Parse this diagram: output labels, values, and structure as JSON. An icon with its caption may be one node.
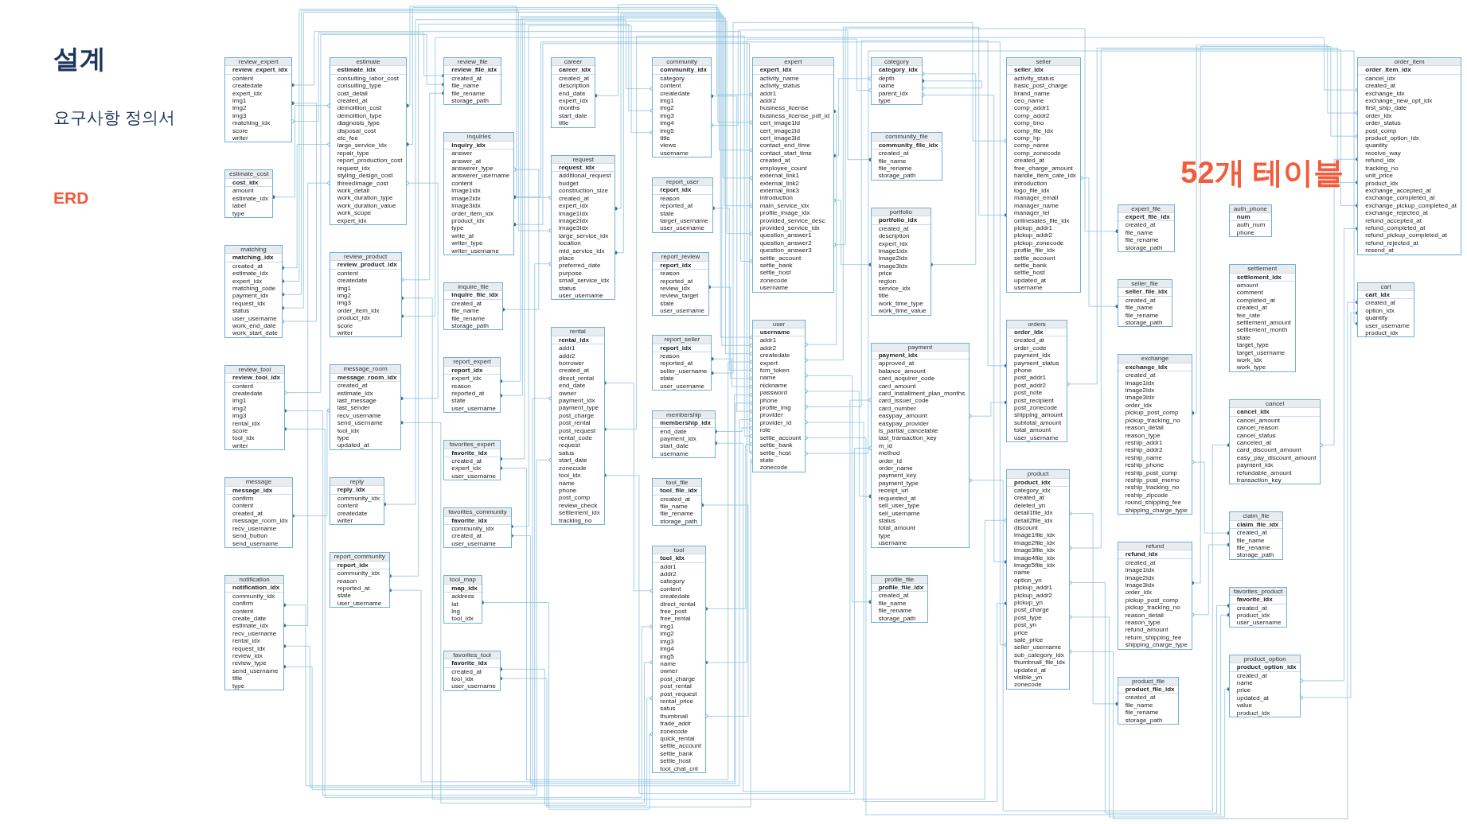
{
  "diagram": {
    "title": "설계",
    "labels": [
      "요구사항 정의서",
      "ERD",
      "52개 테이블"
    ],
    "nodes": [
      {
        "text": [
          "career",
          "career_idx",
          "created_at",
          "description",
          "end_date",
          "expert_idx",
          "months",
          "start_date",
          "title"
        ]
      },
      {
        "text": [
          "community",
          "community_idx",
          "category",
          "content",
          "createdate",
          "img1",
          "img2",
          "img3",
          "img4",
          "img5",
          "title",
          "views",
          "username"
        ]
      },
      {
        "text": [
          "estimate",
          "estimate_idx",
          "consulting_labor_cost",
          "consulting_type",
          "cost_detail",
          "created_at",
          "demolition_cost",
          "demolition_type",
          "diagnosis_type",
          "disposal_cost",
          "etc_fee",
          "large_service_idx",
          "repair_type",
          "report_production_cost",
          "request_idx",
          "styling_design_cost",
          "threedImage_cost",
          "work_detail",
          "work_duration_type",
          "work_duration_value",
          "work_scope",
          "expert_idx"
        ]
      },
      {
        "text": [
          "request",
          "request_idx",
          "additional_request",
          "budget",
          "construction_size",
          "created_at",
          "expert_idx",
          "image1Idx",
          "image2Idx",
          "image3Idx",
          "large_service_idx",
          "location",
          "mid_service_idx",
          "place",
          "preferred_date",
          "purpose",
          "small_service_idx",
          "status",
          "user_username"
        ]
      },
      {
        "text": [
          "expert",
          "expert_idx",
          "activity_name",
          "activity_status",
          "addr1",
          "addr2",
          "business_license",
          "business_license_pdf_id",
          "cert_image1id",
          "cert_image2id",
          "cert_image3id",
          "contact_end_time",
          "contact_start_time",
          "created_at",
          "employee_count",
          "external_link1",
          "external_link2",
          "external_link3",
          "introduction",
          "main_service_idx",
          "profile_image_idx",
          "provided_service_desc",
          "provided_service_idx",
          "question_answer1",
          "question_answer2",
          "question_answer3",
          "settle_account",
          "settle_bank",
          "settle_host",
          "zonecode",
          "username"
        ]
      },
      {
        "text": [
          "estimate_cost",
          "cost_idx",
          "amount",
          "estimate_idx",
          "label",
          "type"
        ]
      },
      {
        "text": [
          "matching",
          "matching_idx",
          "created_at",
          "estimate_idx",
          "expert_idx",
          "matching_code",
          "payment_idx",
          "request_idx",
          "status",
          "user_username",
          "work_end_date",
          "work_start_date"
        ]
      },
      {
        "text": [
          "report_user",
          "report_idx",
          "reason",
          "reported_at",
          "state",
          "target_username",
          "user_username"
        ]
      },
      {
        "text": [
          "report_expert",
          "report_idx",
          "expert_idx",
          "reason",
          "reported_at",
          "state",
          "user_username"
        ]
      },
      {
        "text": [
          "reply",
          "reply_idx",
          "community_idx",
          "content",
          "createdate",
          "writer"
        ]
      },
      {
        "text": [
          "favorites_expert",
          "favorite_idx",
          "created_at",
          "expert_idx",
          "user_username"
        ]
      },
      {
        "text": [
          "report_review",
          "report_idx",
          "reason",
          "reported_at",
          "review_idx",
          "review_target",
          "state",
          "user_username"
        ]
      },
      {
        "text": [
          "portfolio",
          "portfolio_idx",
          "created_at",
          "description",
          "expert_idx",
          "image1idx",
          "image2idx",
          "image3idx",
          "price",
          "region",
          "service_idx",
          "title",
          "work_time_type",
          "work_time_value"
        ]
      },
      {
        "text": [
          "seller",
          "seller_idx",
          "activity_status",
          "basic_post_charge",
          "brand_name",
          "ceo_name",
          "comp_addr1",
          "comp_addr2",
          "comp_bno",
          "comp_file_idx",
          "comp_hp",
          "comp_name",
          "comp_zonecode",
          "created_at",
          "free_charge_amount",
          "handle_item_cate_idx",
          "introduction",
          "logo_file_idx",
          "manager_email",
          "manager_name",
          "manager_tel",
          "onlinesales_file_idx",
          "pickup_addr1",
          "pickup_addr2",
          "pickup_zonecode",
          "profile_file_idx",
          "settle_account",
          "settle_bank",
          "settle_host",
          "updated_at",
          "username"
        ]
      },
      {
        "text": [
          "expert_file",
          "expert_file_idx",
          "created_at",
          "file_name",
          "file_rename",
          "storage_path"
        ]
      },
      {
        "text": [
          "category",
          "category_idx",
          "depth",
          "name",
          "parent_idx",
          "type"
        ]
      },
      {
        "text": [
          "report_seller",
          "report_idx",
          "reason",
          "reported_at",
          "seller_username",
          "state",
          "user_username"
        ]
      },
      {
        "text": [
          "community_file",
          "community_file_idx",
          "created_at",
          "file_name",
          "file_rename",
          "storage_path"
        ]
      },
      {
        "text": [
          "notification",
          "notification_idx",
          "community_idx",
          "confirm",
          "content",
          "create_date",
          "estimate_idx",
          "recv_username",
          "rental_idx",
          "request_idx",
          "review_idx",
          "review_type",
          "send_username",
          "title",
          "type"
        ]
      },
      {
        "text": [
          "review_expert",
          "review_expert_idx",
          "content",
          "createdate",
          "expert_idx",
          "img1",
          "img2",
          "img3",
          "matching_idx",
          "score",
          "writer"
        ]
      },
      {
        "text": [
          "report_community",
          "report_idx",
          "community_idx",
          "reason",
          "reported_at",
          "state",
          "user_username"
        ]
      },
      {
        "text": [
          "favorites_community",
          "favorite_idx",
          "community_idx",
          "created_at",
          "user_username"
        ]
      },
      {
        "text": [
          "user",
          "username",
          "addr1",
          "addr2",
          "createdate",
          "expert",
          "fcm_token",
          "name",
          "nickname",
          "password",
          "phone",
          "profile_img",
          "provider",
          "provider_id",
          "role",
          "settle_account",
          "settle_bank",
          "settle_host",
          "state",
          "zonecode"
        ]
      },
      {
        "text": [
          "membership",
          "membership_idx",
          "end_date",
          "payment_idx",
          "start_date",
          "username"
        ]
      },
      {
        "text": [
          "profile_file",
          "profile_file_idx",
          "created_at",
          "file_name",
          "file_rename",
          "storage_path"
        ]
      },
      {
        "text": [
          "review_file",
          "review_file_idx",
          "created_at",
          "file_name",
          "file_rename",
          "storage_path"
        ]
      },
      {
        "text": [
          "rental",
          "rental_idx",
          "addr1",
          "addr2",
          "borrower",
          "created_at",
          "direct_rental",
          "end_date",
          "owner",
          "payment_idx",
          "payment_type",
          "post_charge",
          "post_rental",
          "post_request",
          "rental_code",
          "request",
          "satus",
          "start_date",
          "zonecode",
          "tool_idx",
          "name",
          "phone",
          "post_comp",
          "review_check",
          "settlement_idx",
          "tracking_no"
        ]
      },
      {
        "text": [
          "review_tool",
          "review_tool_idx",
          "content",
          "createdate",
          "img1",
          "img2",
          "img3",
          "rental_idx",
          "score",
          "tool_idx",
          "writer"
        ]
      },
      {
        "text": [
          "review_product",
          "review_product_idx",
          "content",
          "createdate",
          "img1",
          "img2",
          "img3",
          "order_item_idx",
          "product_idx",
          "score",
          "writer"
        ]
      },
      {
        "text": [
          "tool",
          "tool_idx",
          "addr1",
          "addr2",
          "category",
          "content",
          "createdate",
          "direct_rental",
          "free_post",
          "free_rental",
          "img1",
          "img2",
          "img3",
          "img4",
          "img5",
          "name",
          "owner",
          "post_charge",
          "post_rental",
          "post_request",
          "rental_price",
          "satus",
          "thumbnail",
          "trade_addr",
          "zonecode",
          "quick_rental",
          "settle_account",
          "settle_bank",
          "settle_host",
          "tool_chat_cnt"
        ]
      },
      {
        "text": [
          "payment",
          "payment_idx",
          "approved_at",
          "balance_amount",
          "card_acquirer_code",
          "card_amount",
          "card_installment_plan_months",
          "card_issuer_code",
          "card_number",
          "easypay_amount",
          "easypay_provider",
          "is_partial_cancelable",
          "last_transaction_key",
          "m_id",
          "method",
          "order_id",
          "order_name",
          "payment_key",
          "payment_type",
          "receipt_url",
          "requested_at",
          "sell_user_type",
          "sell_username",
          "status",
          "total_amount",
          "type",
          "username"
        ]
      },
      {
        "text": [
          "orders",
          "order_idx",
          "created_at",
          "order_code",
          "payment_idx",
          "payment_status",
          "phone",
          "post_addr1",
          "post_addr2",
          "post_note",
          "post_recipient",
          "post_zonecode",
          "shipping_amount",
          "subtotal_amount",
          "total_amount",
          "user_username"
        ]
      },
      {
        "text": [
          "product",
          "product_idx",
          "category_idx",
          "created_at",
          "deleted_yn",
          "detail1file_idx",
          "detail2file_idx",
          "discount",
          "image1file_idx",
          "image2file_idx",
          "image3file_idx",
          "image4file_idx",
          "image5file_idx",
          "name",
          "option_yn",
          "pickup_addr1",
          "pickup_addr2",
          "pickup_yn",
          "post_charge",
          "post_type",
          "post_yn",
          "price",
          "sale_price",
          "seller_username",
          "sub_category_idx",
          "thumbnail_file_idx",
          "updated_at",
          "visible_yn",
          "zonecode"
        ]
      },
      {
        "text": [
          "message_room",
          "message_room_idx",
          "created_at",
          "estimate_idx",
          "last_message",
          "last_sender",
          "recv_username",
          "send_username",
          "tool_idx",
          "type",
          "updated_at"
        ]
      },
      {
        "text": [
          "inquire_file",
          "inquire_file_idx",
          "created_at",
          "file_name",
          "file_rename",
          "storage_path"
        ]
      },
      {
        "text": [
          "favorites_tool",
          "favorite_idx",
          "created_at",
          "tool_idx",
          "user_username"
        ]
      },
      {
        "text": [
          "tool_map",
          "map_idx",
          "address",
          "lat",
          "lng",
          "tool_idx"
        ]
      },
      {
        "text": [
          "inquiries",
          "inquiry_idx",
          "answer",
          "answer_at",
          "answerer_type",
          "answerer_username",
          "content",
          "image1idx",
          "image2idx",
          "image3idx",
          "order_item_idx",
          "product_idx",
          "type",
          "write_at",
          "writer_type",
          "writer_username"
        ]
      },
      {
        "text": [
          "message",
          "message_idx",
          "confirm",
          "content",
          "created_at",
          "message_room_idx",
          "recv_username",
          "send_button",
          "send_username"
        ]
      },
      {
        "text": [
          "tool_file",
          "tool_file_idx",
          "created_at",
          "file_name",
          "file_rename",
          "storage_path"
        ]
      },
      {
        "text": [
          "seller_file",
          "seller_file_idx",
          "created_at",
          "file_name",
          "file_rename",
          "storage_path"
        ]
      },
      {
        "text": [
          "auth_phone",
          "num",
          "auth_num",
          "phone"
        ]
      },
      {
        "text": [
          "settlement",
          "settlement_idx",
          "amount",
          "comment",
          "completed_at",
          "created_at",
          "fee_rate",
          "settlement_amount",
          "settlement_month",
          "state",
          "target_type",
          "target_username",
          "work_idx",
          "work_type"
        ]
      },
      {
        "text": [
          "exchange",
          "exchange_idx",
          "created_at",
          "image1idx",
          "image2idx",
          "image3idx",
          "order_idx",
          "pickup_post_comp",
          "pickup_tracking_no",
          "reason_detail",
          "reason_type",
          "reship_addr1",
          "reship_addr2",
          "reship_name",
          "reship_phone",
          "reship_post_comp",
          "reship_post_memo",
          "reship_tracking_no",
          "reship_zipcode",
          "round_shipping_fee",
          "shipping_charge_type"
        ]
      },
      {
        "text": [
          "cancel",
          "cancel_idx",
          "cancel_amount",
          "cancel_reason",
          "cancel_status",
          "canceled_at",
          "card_discount_amount",
          "easy_pay_discount_amount",
          "payment_idx",
          "refundable_amount",
          "transaction_key"
        ]
      },
      {
        "text": [
          "claim_file",
          "claim_file_idx",
          "created_at",
          "file_name",
          "file_rename",
          "storage_path"
        ]
      },
      {
        "text": [
          "favorites_product",
          "favorite_idx",
          "created_at",
          "product_idx",
          "user_username"
        ]
      },
      {
        "text": [
          "order_item",
          "order_item_idx",
          "cancel_idx",
          "created_at",
          "exchange_idx",
          "exchange_new_opt_idx",
          "first_ship_date",
          "order_idx",
          "order_status",
          "post_comp",
          "product_option_idx",
          "quantity",
          "receive_way",
          "refund_idx",
          "tracking_no",
          "unit_price",
          "product_idx",
          "exchange_accepted_at",
          "exchange_completed_at",
          "exchange_pickup_completed_at",
          "exchange_rejected_at",
          "refund_accepted_at",
          "refund_completed_at",
          "refund_pickup_completed_at",
          "refund_rejected_at",
          "resend_at"
        ]
      },
      {
        "text": [
          "refund",
          "refund_idx",
          "created_at",
          "image1idx",
          "image2idx",
          "image3idx",
          "order_idx",
          "pickup_post_comp",
          "pickup_tracking_no",
          "reason_detail",
          "reason_type",
          "refund_amount",
          "return_shipping_fee",
          "shipping_charge_type"
        ]
      },
      {
        "text": [
          "product_option",
          "product_option_idx",
          "created_at",
          "name",
          "price",
          "updated_at",
          "value",
          "product_idx"
        ]
      },
      {
        "text": [
          "product_file",
          "product_file_idx",
          "created_at",
          "file_name",
          "file_rename",
          "storage_path"
        ]
      },
      {
        "text": [
          "cart",
          "cart_idx",
          "created_at",
          "option_idx",
          "quantity",
          "user_username",
          "product_idx"
        ]
      }
    ],
    "edges": [
      {
        "from": 0,
        "to": 4,
        "arrow": "other"
      },
      {
        "from": 2,
        "to": 3,
        "arrow": "other"
      },
      {
        "from": 2,
        "to": 4,
        "arrow": "other"
      },
      {
        "from": 5,
        "to": 2,
        "arrow": "other"
      },
      {
        "from": 6,
        "to": 2,
        "arrow": "other"
      },
      {
        "from": 6,
        "to": 4,
        "arrow": "other"
      },
      {
        "from": 6,
        "to": 3,
        "arrow": "other"
      },
      {
        "from": 6,
        "to": 22,
        "arrow": "other"
      },
      {
        "from": 3,
        "to": 22,
        "arrow": "other"
      },
      {
        "from": 3,
        "to": 4,
        "arrow": "other"
      },
      {
        "from": 8,
        "to": 4,
        "arrow": "other"
      },
      {
        "from": 8,
        "to": 22,
        "arrow": "other"
      },
      {
        "from": 9,
        "to": 1,
        "arrow": "other"
      },
      {
        "from": 10,
        "to": 4,
        "arrow": "other"
      },
      {
        "from": 10,
        "to": 22,
        "arrow": "other"
      },
      {
        "from": 7,
        "to": 22,
        "arrow": "other"
      },
      {
        "from": 11,
        "to": 22,
        "arrow": "other"
      },
      {
        "from": 16,
        "to": 22,
        "arrow": "other"
      },
      {
        "from": 16,
        "to": 13,
        "arrow": "other"
      },
      {
        "from": 20,
        "to": 1,
        "arrow": "other"
      },
      {
        "from": 20,
        "to": 22,
        "arrow": "other"
      },
      {
        "from": 21,
        "to": 1,
        "arrow": "other"
      },
      {
        "from": 21,
        "to": 22,
        "arrow": "other"
      },
      {
        "from": 1,
        "to": 22,
        "arrow": "other"
      },
      {
        "from": 4,
        "to": 22,
        "arrow": "other"
      },
      {
        "from": 4,
        "to": 15,
        "arrow": "other"
      },
      {
        "from": 12,
        "to": 4,
        "arrow": "other"
      },
      {
        "from": 12,
        "to": 15,
        "arrow": "other"
      },
      {
        "from": 13,
        "to": 22,
        "arrow": "other"
      },
      {
        "from": 14,
        "to": 4,
        "arrow": "other"
      },
      {
        "from": 40,
        "to": 13,
        "arrow": "other"
      },
      {
        "from": 15,
        "to": 15,
        "arrow": "other"
      },
      {
        "from": 17,
        "to": 1,
        "arrow": "other"
      },
      {
        "from": 18,
        "to": 22,
        "arrow": "other"
      },
      {
        "from": 18,
        "to": 2,
        "arrow": "other"
      },
      {
        "from": 18,
        "to": 26,
        "arrow": "other"
      },
      {
        "from": 18,
        "to": 3,
        "arrow": "other"
      },
      {
        "from": 19,
        "to": 4,
        "arrow": "other"
      },
      {
        "from": 19,
        "to": 6,
        "arrow": "other"
      },
      {
        "from": 23,
        "to": 22,
        "arrow": "other"
      },
      {
        "from": 23,
        "to": 30,
        "arrow": "other"
      },
      {
        "from": 24,
        "to": 22,
        "arrow": "other"
      },
      {
        "from": 25,
        "to": 19,
        "arrow": "other"
      },
      {
        "from": 25,
        "to": 27,
        "arrow": "other"
      },
      {
        "from": 25,
        "to": 28,
        "arrow": "other"
      },
      {
        "from": 26,
        "to": 29,
        "arrow": "other"
      },
      {
        "from": 26,
        "to": 22,
        "arrow": "other"
      },
      {
        "from": 26,
        "to": 30,
        "arrow": "other"
      },
      {
        "from": 27,
        "to": 26,
        "arrow": "other"
      },
      {
        "from": 27,
        "to": 29,
        "arrow": "other"
      },
      {
        "from": 28,
        "to": 32,
        "arrow": "other"
      },
      {
        "from": 28,
        "to": 47,
        "arrow": "other"
      },
      {
        "from": 29,
        "to": 22,
        "arrow": "other"
      },
      {
        "from": 29,
        "to": 15,
        "arrow": "other"
      },
      {
        "from": 39,
        "to": 29,
        "arrow": "other"
      },
      {
        "from": 30,
        "to": 22,
        "arrow": "other"
      },
      {
        "from": 31,
        "to": 22,
        "arrow": "other"
      },
      {
        "from": 31,
        "to": 30,
        "arrow": "other"
      },
      {
        "from": 32,
        "to": 15,
        "arrow": "other"
      },
      {
        "from": 32,
        "to": 22,
        "arrow": "other"
      },
      {
        "from": 50,
        "to": 32,
        "arrow": "other"
      },
      {
        "from": 33,
        "to": 2,
        "arrow": "other"
      },
      {
        "from": 33,
        "to": 29,
        "arrow": "other"
      },
      {
        "from": 38,
        "to": 33,
        "arrow": "other"
      },
      {
        "from": 34,
        "to": 37,
        "arrow": "other"
      },
      {
        "from": 37,
        "to": 32,
        "arrow": "other"
      },
      {
        "from": 37,
        "to": 22,
        "arrow": "other"
      },
      {
        "from": 35,
        "to": 29,
        "arrow": "other"
      },
      {
        "from": 35,
        "to": 22,
        "arrow": "other"
      },
      {
        "from": 36,
        "to": 29,
        "arrow": "other"
      },
      {
        "from": 43,
        "to": 47,
        "arrow": "other"
      },
      {
        "from": 48,
        "to": 47,
        "arrow": "other"
      },
      {
        "from": 45,
        "to": 43,
        "arrow": "other"
      },
      {
        "from": 45,
        "to": 48,
        "arrow": "other"
      },
      {
        "from": 44,
        "to": 30,
        "arrow": "other"
      },
      {
        "from": 47,
        "to": 44,
        "arrow": "other"
      },
      {
        "from": 47,
        "to": 31,
        "arrow": "other"
      },
      {
        "from": 47,
        "to": 32,
        "arrow": "other"
      },
      {
        "from": 47,
        "to": 49,
        "arrow": "other"
      },
      {
        "from": 46,
        "to": 32,
        "arrow": "other"
      },
      {
        "from": 46,
        "to": 22,
        "arrow": "other"
      },
      {
        "from": 49,
        "to": 32,
        "arrow": "other"
      },
      {
        "from": 51,
        "to": 32,
        "arrow": "other"
      },
      {
        "from": 51,
        "to": 49,
        "arrow": "other"
      },
      {
        "from": 51,
        "to": 22,
        "arrow": "other"
      }
    ]
  }
}
